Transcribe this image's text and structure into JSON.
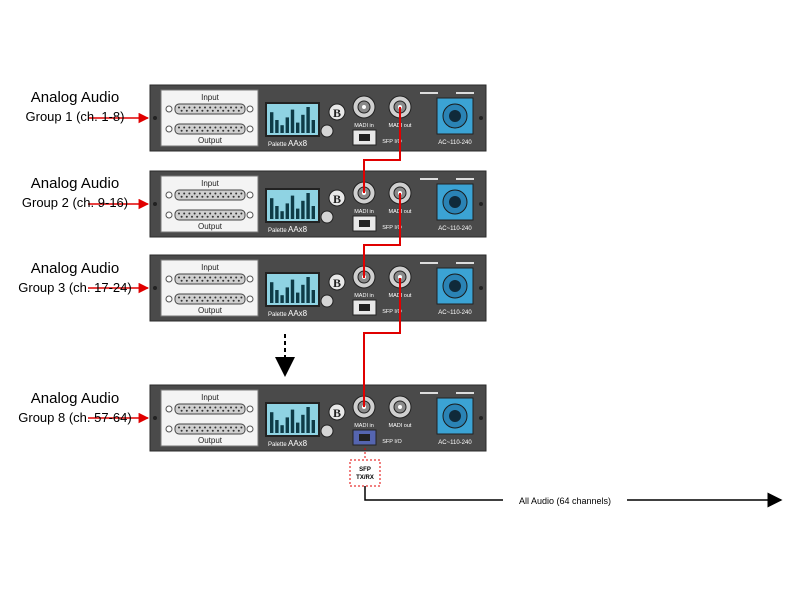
{
  "groups": [
    {
      "title": "Analog Audio",
      "subtitle": "Group 1 (ch. 1-8)"
    },
    {
      "title": "Analog Audio",
      "subtitle": "Group 2 (ch. 9-16)"
    },
    {
      "title": "Analog Audio",
      "subtitle": "Group 3 (ch. 17-24)"
    },
    {
      "title": "Analog Audio",
      "subtitle": "Group 8 (ch. 57-64)"
    }
  ],
  "device": {
    "input_label": "Input",
    "output_label": "Output",
    "model_prefix": "Palette",
    "model_name": "AAx8",
    "logo_letter": "B",
    "madi_in_label": "MADI in",
    "madi_out_label": "MADI out",
    "sfp_label": "SFP I/O",
    "power_label": "AC~110-240"
  },
  "sfp_module": {
    "line1": "SFP",
    "line2": "TX/RX"
  },
  "output_label": "All Audio (64 channels)",
  "colors": {
    "chassis": "#4a4a4a",
    "signal_red": "#e00000",
    "power_blue": "#3ba3d4",
    "meter_cyan": "#8fd3e3"
  }
}
